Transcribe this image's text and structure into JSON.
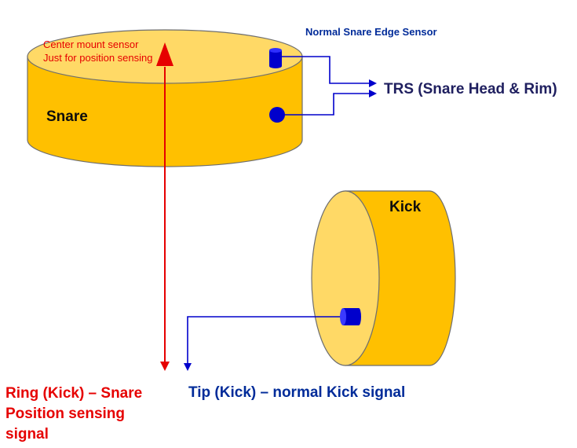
{
  "labels": {
    "center_mount_1": "Center mount sensor",
    "center_mount_2": "Just for position sensing",
    "edge_sensor": "Normal Snare Edge Sensor",
    "trs": "TRS (Snare Head & Rim)",
    "snare": "Snare",
    "kick": "Kick",
    "ring_line1": "Ring (Kick) – Snare",
    "ring_line2": "Position sensing",
    "ring_line3": "signal",
    "tip": "Tip (Kick) – normal Kick signal"
  },
  "colors": {
    "drum_side": "#ffc000",
    "drum_head": "#ffd966",
    "outline": "#5a5a5a",
    "sensor_blue": "#0000cc",
    "ring_red": "#e60000",
    "line_blue": "#0000cc"
  }
}
